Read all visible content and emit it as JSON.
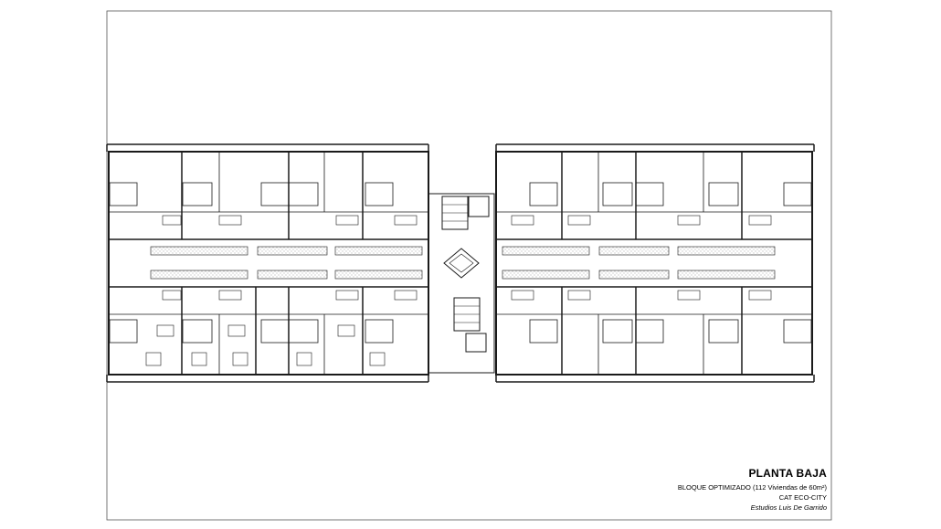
{
  "title_block": {
    "title": "PLANTA BAJA",
    "subtitle": "BLOQUE OPTIMIZADO (112 Viviendas de 60m²)",
    "project": "CAT ECO-CITY",
    "author": "Estudios Luis De Garrido"
  },
  "colors": {
    "line": "#1a1a1a",
    "hatch": "#9a9a9a",
    "paper": "#ffffff"
  }
}
